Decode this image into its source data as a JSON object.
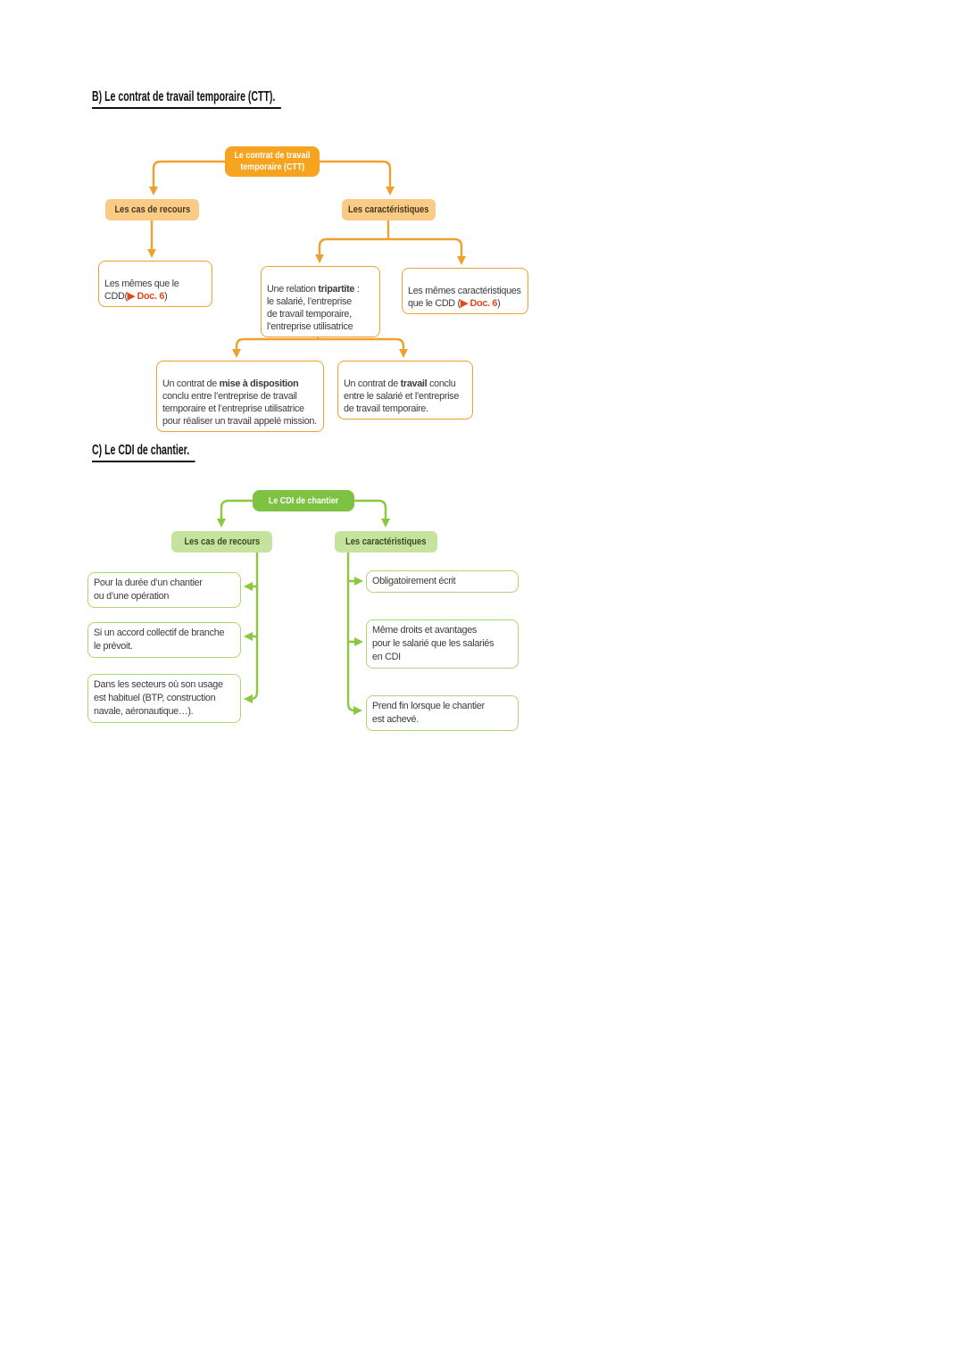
{
  "colors": {
    "orange_line": "#EFA02E",
    "orange_fill": "#F6A41F",
    "orange_light": "#F9CB85",
    "green_line": "#8DC63F",
    "green_fill": "#7DC242",
    "green_light": "#C6E39E",
    "doc_ref_red": "#E0491A"
  },
  "sectionB": {
    "heading": "B) Le contrat de travail temporaire (CTT).",
    "root_line1": "Le contrat de travail",
    "root_line2": "temporaire (CTT)",
    "left_header": "Les cas de recours",
    "right_header": "Les caractéristiques",
    "same_cdd": {
      "line1": "Les mêmes que le CDD",
      "open": "(",
      "doc": "▶ Doc. 6",
      "close": ")"
    },
    "tripartite": {
      "pre": "Une relation ",
      "bold": "tripartite",
      "rest": " :\nle salarié, l’entreprise\nde travail temporaire,\nl’entreprise utilisatrice"
    },
    "same_chars": {
      "pre": "Les mêmes caractéristiques\nque le CDD (",
      "doc": "▶ Doc. 6",
      "close": ")"
    },
    "mise": {
      "pre": "Un contrat de ",
      "bold": "mise à disposition",
      "rest": "\nconclu entre l’entreprise de travail\ntemporaire et l’entreprise utilisatrice\npour réaliser un travail appelé mission."
    },
    "travail": {
      "pre": "Un contrat de ",
      "bold": "travail",
      "rest": " conclu\nentre le salarié et l’entreprise\nde travail temporaire."
    }
  },
  "sectionC": {
    "heading": "C) Le CDI de chantier.",
    "root": "Le CDI de chantier",
    "left_header": "Les cas de recours",
    "right_header": "Les caractéristiques",
    "left_items": [
      "Pour la durée d’un chantier\nou d’une opération",
      "Si un accord collectif de branche\nle prévoit.",
      "Dans les secteurs où son usage\nest habituel (BTP, construction\nnavale, aéronautique…)."
    ],
    "right_items": [
      "Obligatoirement écrit",
      "Même droits et avantages\npour le salarié que les salariés\nen CDI",
      "Prend fin lorsque le chantier\nest achevé."
    ]
  }
}
